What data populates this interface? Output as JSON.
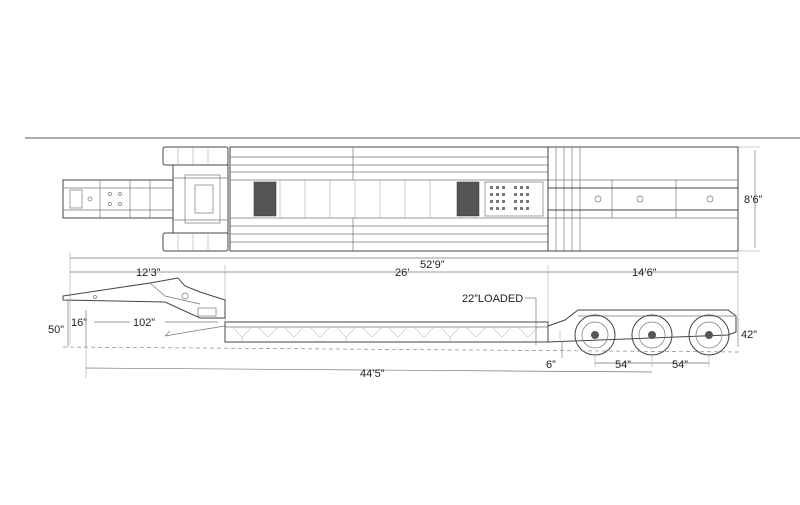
{
  "diagram": {
    "kind": "lowboy trailer dimension drawing",
    "views": [
      "top view",
      "side view"
    ],
    "line_color": "#444444",
    "background": "#ffffff"
  },
  "dimensions": {
    "overall_width": "8’6”",
    "overall_length": "52’9”",
    "gooseneck_length": "12’3”",
    "deck_length": "26’",
    "rear_length": "14’6”",
    "deck_height_loaded": "22”LOADED",
    "gooseneck_height": "50”",
    "gooseneck_step": "16”",
    "swing_clearance": "102”",
    "rear_deck_height": "42”",
    "rear_deck_drop": "6”",
    "axle_spacing_1": "54”",
    "axle_spacing_2": "54”",
    "kingpin_to_axle": "44’5”"
  }
}
